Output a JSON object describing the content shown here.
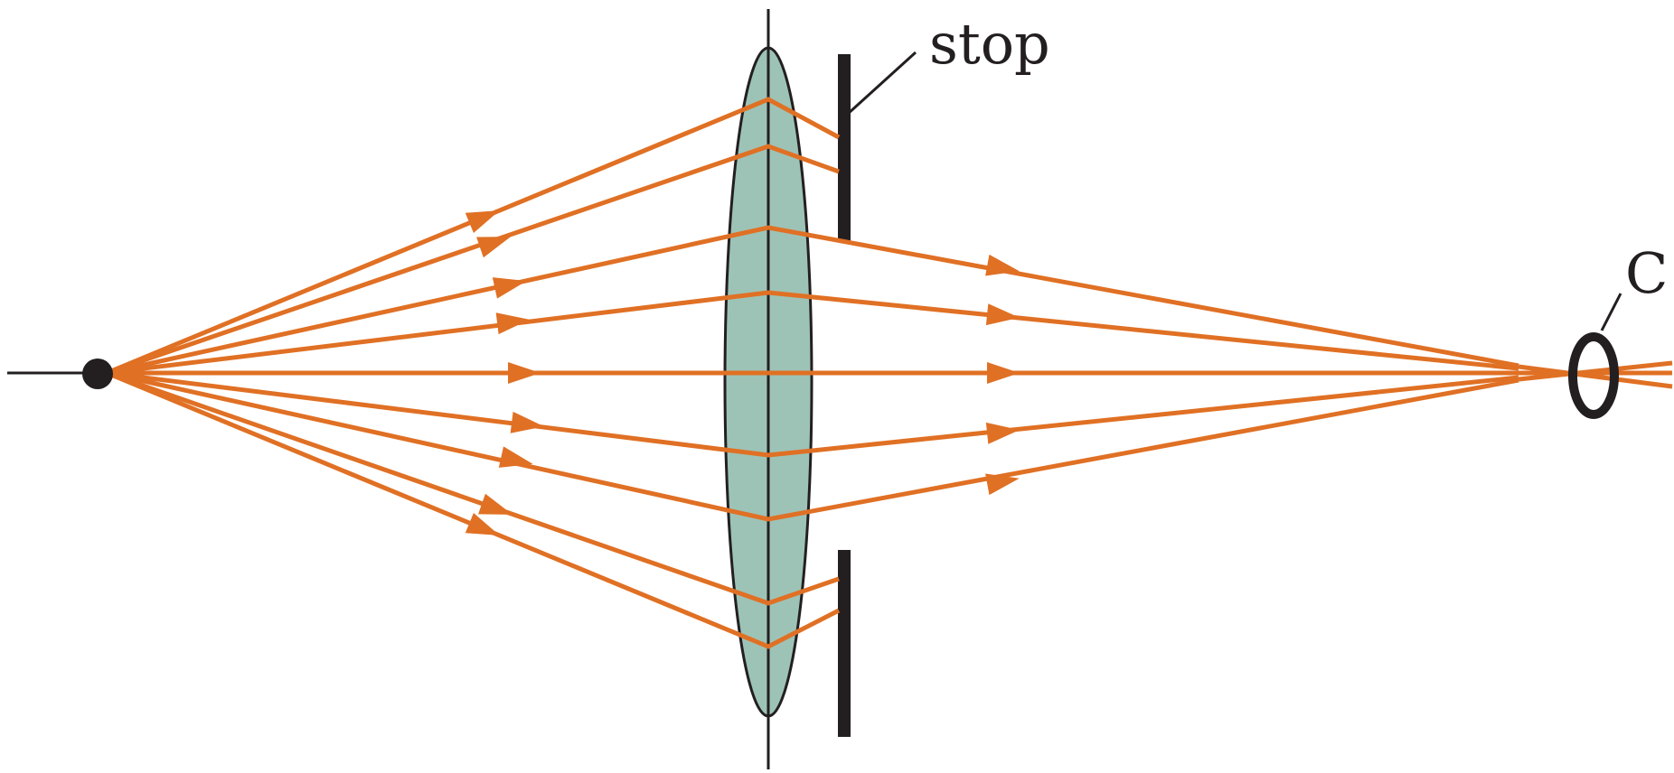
{
  "labels": {
    "stop": "stop",
    "c": "C"
  },
  "colors": {
    "ray": "#e07024",
    "ink": "#231f20",
    "lens_fill": "#9dc3b7",
    "background": "#ffffff"
  },
  "rays": {
    "upper_count": 4,
    "lower_count": 4,
    "axial_count": 1,
    "blocked_by_stop": 4,
    "passing_stop": 5
  }
}
